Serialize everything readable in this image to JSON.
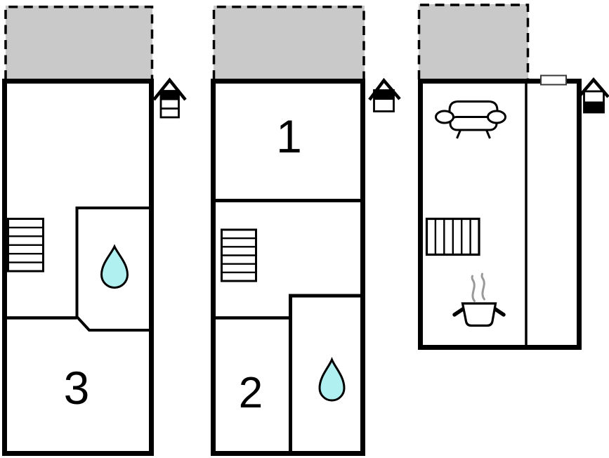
{
  "page": {
    "type": "property-floor-plan",
    "background": "#ffffff"
  },
  "colors": {
    "wall": "#000000",
    "terrace_fill": "#c9c9c9",
    "water_drop_fill": "#b0f0f0",
    "steam": "#999999",
    "window_stroke": "#3a3a3a"
  },
  "labels": {
    "room1": "1",
    "room2": "2",
    "room3": "3"
  },
  "units": [
    {
      "name": "unit-left-top-floor",
      "rooms": [
        "3"
      ],
      "features": [
        "terrace",
        "stairs-icon",
        "water-drop-icon",
        "floor-level-house-icon"
      ]
    },
    {
      "name": "unit-middle-floor",
      "rooms": [
        "1",
        "2"
      ],
      "features": [
        "terrace",
        "stairs-icon",
        "water-drop-icon",
        "floor-level-house-icon"
      ]
    },
    {
      "name": "unit-right-ground-floor",
      "rooms": [],
      "features": [
        "terrace",
        "sofa-icon",
        "radiator-icon",
        "cooking-pot-icon",
        "window",
        "floor-level-house-icon"
      ]
    }
  ]
}
